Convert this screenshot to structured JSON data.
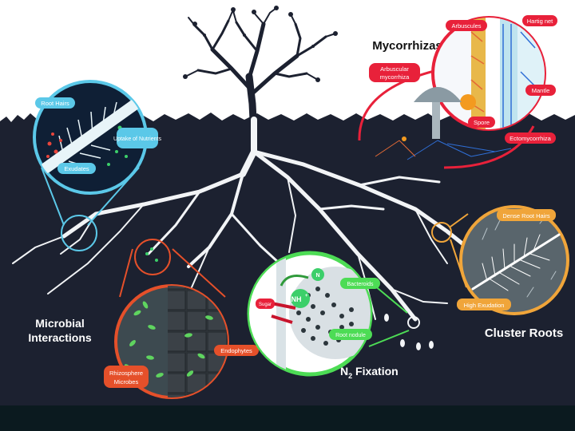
{
  "sections": {
    "root_anatomy": {
      "title": "Root Anatomy",
      "labels": [
        "Root Hairs",
        "Uptake of Nutrients",
        "Exudates"
      ]
    },
    "mycorrhizas": {
      "title": "Mycorrhizas",
      "labels": [
        "Arbuscules",
        "Hartig net",
        "Arbuscular",
        "mycorrhiza",
        "Mantle",
        "Spore",
        "Ectomycorrhiza"
      ]
    },
    "microbial": {
      "title_line1": "Microbial",
      "title_line2": "Interactions",
      "labels": [
        "Endophytes",
        "Rhizosphere",
        "Microbes"
      ]
    },
    "n2_fixation": {
      "title_main": "N",
      "title_sub": "2",
      "title_rest": " Fixation",
      "labels": [
        "Bacteroids",
        "Root nodule",
        "Sugar",
        "NH",
        "+",
        "N"
      ]
    },
    "cluster_roots": {
      "title": "Cluster Roots",
      "labels": [
        "Dense Root Hairs",
        "High Exudation"
      ]
    }
  },
  "colors": {
    "soil": "#1c2130",
    "sky": "#ffffff",
    "root": "#f2f4f6",
    "anatomy": "#5bc8e8",
    "mycorrhiza": "#e8213a",
    "microbial": "#e5502a",
    "n2": "#4ddc55",
    "cluster": "#f0a53a"
  }
}
